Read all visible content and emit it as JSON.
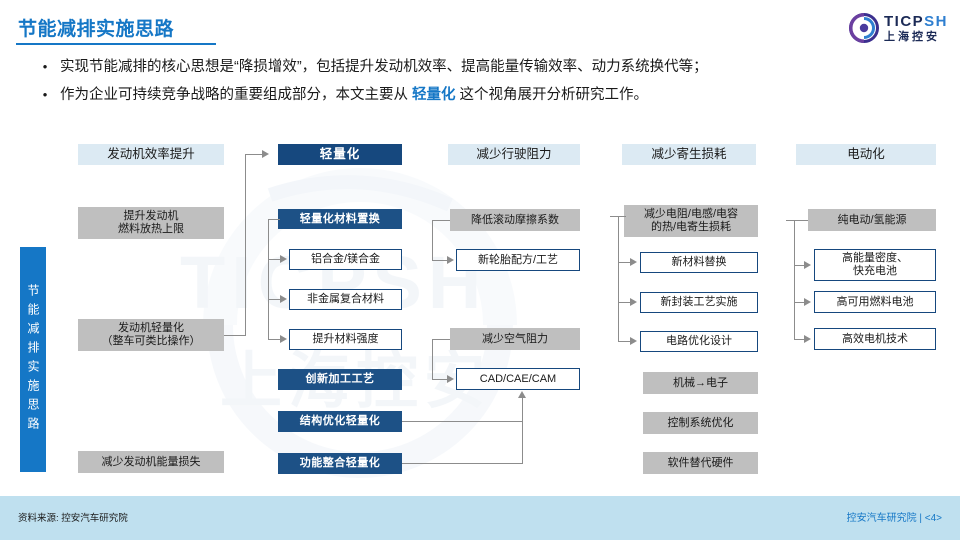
{
  "slide": {
    "title": "节能减排实施思路",
    "page_label": "控安汽车研究院 | <4>",
    "source_label": "资料来源: 控安汽车研究院",
    "accent_color": "#1577c6",
    "dark_color": "#16487e",
    "gray_color": "#bfbfbf",
    "header_bg": "#dceaf3",
    "footer_bg": "#bfe0ef"
  },
  "logo": {
    "brand_dark": "TICP",
    "brand_light": "SH",
    "brand_cn": "上海控安"
  },
  "bullets": [
    {
      "marker": "•",
      "text": "实现节能减排的核心思想是“降损增效”，包括提升发动机效率、提高能量传输效率、动力系统换代等；"
    },
    {
      "marker": "•",
      "prefix": "作为企业可持续竞争战略的重要组成部分，本文主要从 ",
      "highlight": "轻量化",
      "suffix": " 这个视角展开分析研究工作。"
    }
  ],
  "side_bar": {
    "label": "节能减排实施思路"
  },
  "watermark": {
    "line1": "TICPSH",
    "line2": "上海控安"
  },
  "columns": [
    {
      "header": "发动机效率提升",
      "header_style": "light",
      "nodes": [
        {
          "label": "提升发动机\n燃料放热上限",
          "style": "gray"
        },
        {
          "label": "发动机轻量化\n（整车可类比操作）",
          "style": "gray"
        },
        {
          "label": "减少发动机能量损失",
          "style": "gray"
        }
      ]
    },
    {
      "header": "轻量化",
      "header_style": "dark",
      "nodes": [
        {
          "label": "轻量化材料置换",
          "style": "dark"
        },
        {
          "label": "铝合金/镁合金",
          "style": "white"
        },
        {
          "label": "非金属复合材料",
          "style": "white"
        },
        {
          "label": "提升材料强度",
          "style": "white"
        },
        {
          "label": "创新加工工艺",
          "style": "dark"
        },
        {
          "label": "结构优化轻量化",
          "style": "dark"
        },
        {
          "label": "功能整合轻量化",
          "style": "dark"
        }
      ]
    },
    {
      "header": "减少行驶阻力",
      "header_style": "light",
      "nodes": [
        {
          "label": "降低滚动摩擦系数",
          "style": "gray"
        },
        {
          "label": "新轮胎配方/工艺",
          "style": "white"
        },
        {
          "label": "减少空气阻力",
          "style": "gray"
        },
        {
          "label": "CAD/CAE/CAM",
          "style": "white"
        }
      ]
    },
    {
      "header": "减少寄生损耗",
      "header_style": "light",
      "nodes": [
        {
          "label": "减少电阻/电感/电容\n的热/电寄生损耗",
          "style": "gray"
        },
        {
          "label": "新材料替换",
          "style": "white"
        },
        {
          "label": "新封装工艺实施",
          "style": "white"
        },
        {
          "label": "电路优化设计",
          "style": "white"
        },
        {
          "label": "机械→电子",
          "style": "gray"
        },
        {
          "label": "控制系统优化",
          "style": "gray"
        },
        {
          "label": "软件替代硬件",
          "style": "gray"
        }
      ]
    },
    {
      "header": "电动化",
      "header_style": "light",
      "nodes": [
        {
          "label": "纯电动/氢能源",
          "style": "gray"
        },
        {
          "label": "高能量密度、\n快充电池",
          "style": "white"
        },
        {
          "label": "高可用燃料电池",
          "style": "white"
        },
        {
          "label": "高效电机技术",
          "style": "white"
        }
      ]
    }
  ]
}
